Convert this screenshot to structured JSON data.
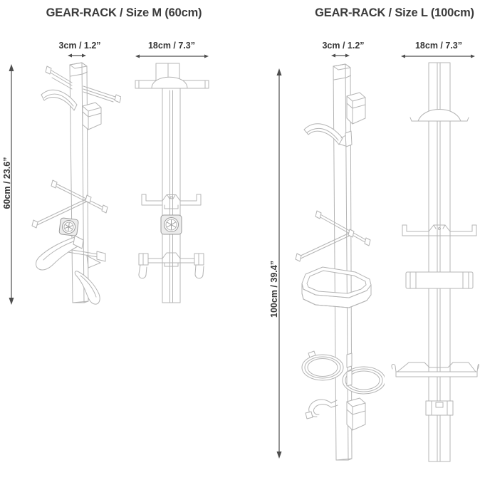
{
  "sheet": {
    "background": "#ffffff",
    "artwork_line_color": "#b4b4b4",
    "dimension_arrow_color": "#4d4d4d",
    "title_text_color": "#3c3c3c",
    "label_text_color": "#373737"
  },
  "products": [
    {
      "title": "GEAR-RACK / Size M (60cm)",
      "pole_width": "3cm / 1.2”",
      "bracket_width": "18cm / 7.3”",
      "height": "60cm / 23.6”"
    },
    {
      "title": "GEAR-RACK / Size L (100cm)",
      "pole_width": "3cm / 1.2”",
      "bracket_width": "18cm / 7.3”",
      "height": "100cm / 39.4”"
    }
  ]
}
